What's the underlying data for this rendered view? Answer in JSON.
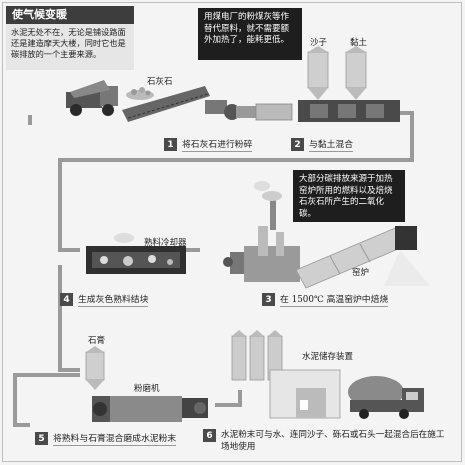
{
  "title": "使气候变暖",
  "intro": "水泥无处不在，无论是铺设路面还是建造摩天大楼，同时它也是碳排放的一个主要来源。",
  "callouts": {
    "fly_ash": "用煤电厂的粉煤灰等作替代原料，就不需要额外加热了，能耗更低。",
    "emissions": "大部分碳排放来源于加热窑炉所用的燃料以及焙烧石灰石所产生的二氧化碳。"
  },
  "labels": {
    "limestone": "石灰石",
    "sand": "沙子",
    "clay": "黏土",
    "clinker_cooler": "熟料冷却器",
    "kiln": "窑炉",
    "gypsum": "石膏",
    "mill": "粉磨机",
    "cement_storage": "水泥储存装置"
  },
  "steps": [
    {
      "num": "1",
      "text": "将石灰石进行粉碎"
    },
    {
      "num": "2",
      "text": "与黏土混合"
    },
    {
      "num": "3",
      "text": "在 1500℃ 高温窑炉中焙烧"
    },
    {
      "num": "4",
      "text": "生成灰色熟料结块"
    },
    {
      "num": "5",
      "text": "将熟料与石膏混合磨成水泥粉末"
    },
    {
      "num": "6",
      "text": "水泥粉末可与水、连同沙子、砾石或石头一起混合后在施工场地使用"
    }
  ],
  "colors": {
    "dark_box": "#1e1e1e",
    "pipe": "#9a9a9a",
    "machine": "#555555",
    "highlight": "#8a8a8a"
  }
}
